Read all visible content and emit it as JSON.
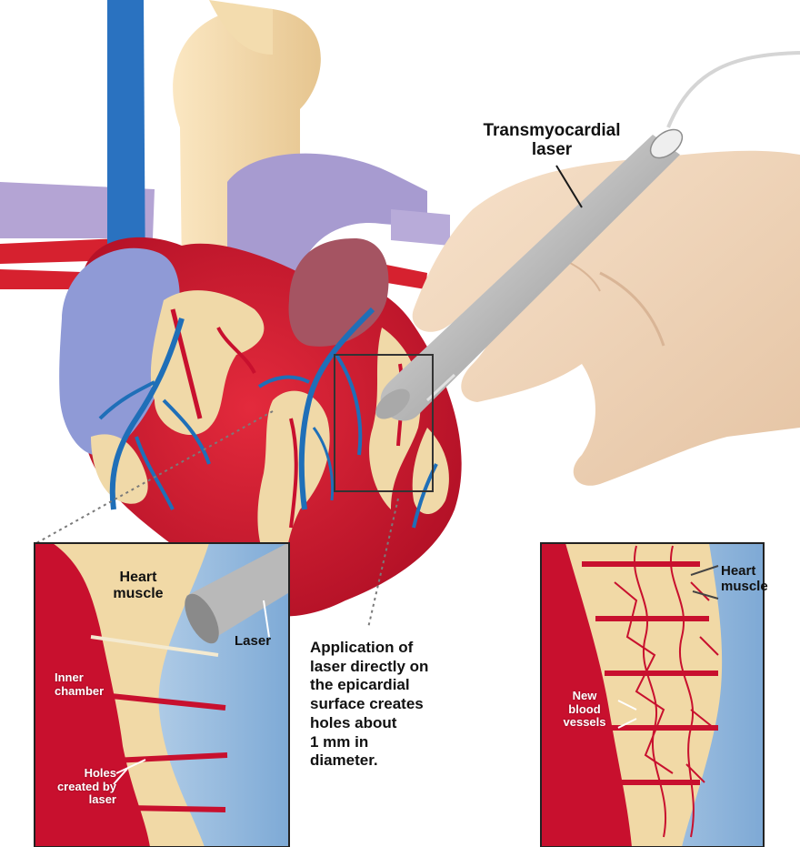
{
  "labels": {
    "laser_device": [
      "Transmyocardial",
      "laser"
    ],
    "left_inset": {
      "heart_muscle": [
        "Heart",
        "muscle"
      ],
      "laser": "Laser",
      "inner_chamber": [
        "Inner",
        "chamber"
      ],
      "holes": [
        "Holes",
        "created by",
        "laser"
      ]
    },
    "caption": [
      "Application of",
      "laser directly on",
      "the epicardial",
      "surface creates",
      "holes about",
      "1 mm in",
      "diameter."
    ],
    "right_inset": {
      "heart_muscle": [
        "Heart",
        "muscle"
      ],
      "new_vessels": [
        "New",
        "blood",
        "vessels"
      ]
    }
  },
  "colors": {
    "myocardium_red": "#c8102e",
    "fat_tan": "#f0d9a8",
    "vein_blue": "#1f6fb8",
    "vessel_purple": "#a593c8",
    "aorta_tan": "#f3dcae",
    "skin": "#f2d8bc",
    "background_blue": "#8fb6dc"
  }
}
